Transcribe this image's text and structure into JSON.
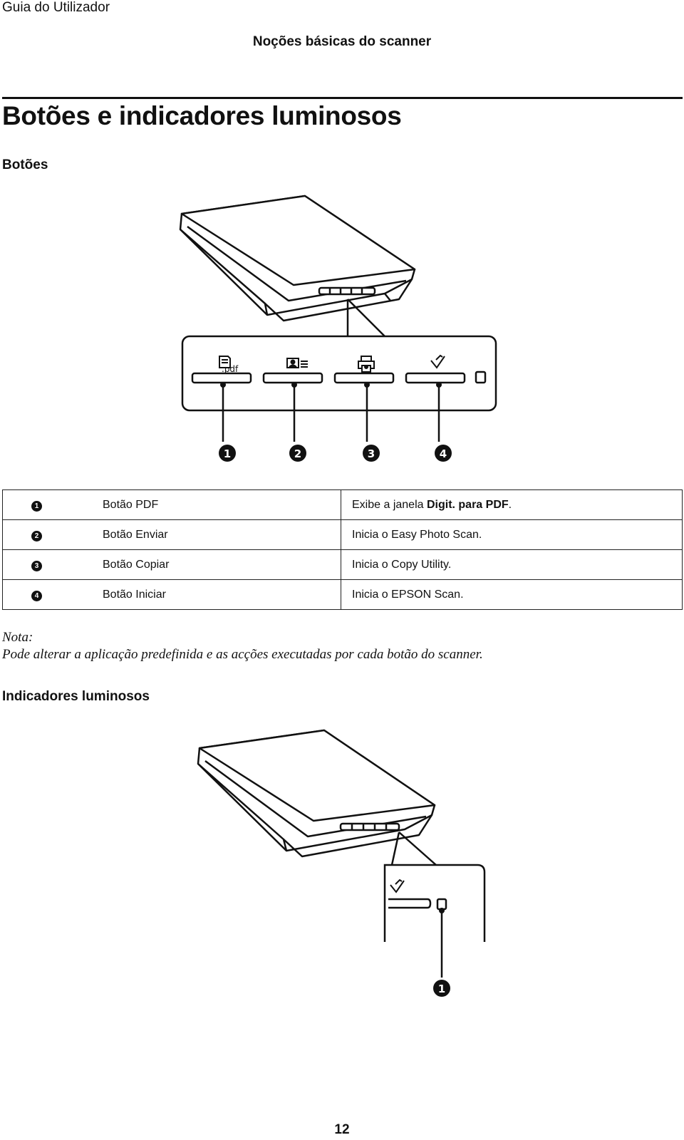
{
  "header": {
    "running_head": "Guia do Utilizador",
    "chapter": "Noções básicas do scanner"
  },
  "section": {
    "title": "Botões e indicadores luminosos",
    "buttons_heading": "Botões",
    "lights_heading": "Indicadores luminosos"
  },
  "figure1": {
    "pdf_label": ".pdf",
    "callouts": [
      "1",
      "2",
      "3",
      "4"
    ]
  },
  "table": {
    "rows": [
      {
        "num": "1",
        "name": "Botão PDF",
        "desc_prefix": "Exibe a janela ",
        "desc_bold": "Digit. para PDF",
        "desc_suffix": "."
      },
      {
        "num": "2",
        "name": "Botão Enviar",
        "desc": "Inicia o Easy Photo Scan."
      },
      {
        "num": "3",
        "name": "Botão Copiar",
        "desc": "Inicia o Copy Utility."
      },
      {
        "num": "4",
        "name": "Botão Iniciar",
        "desc": "Inicia o EPSON Scan."
      }
    ]
  },
  "note": {
    "label": "Nota:",
    "text": "Pode alterar a aplicação predefinida e as acções executadas por cada botão do scanner."
  },
  "figure2": {
    "callouts": [
      "1"
    ]
  },
  "footer": {
    "page_number": "12"
  }
}
